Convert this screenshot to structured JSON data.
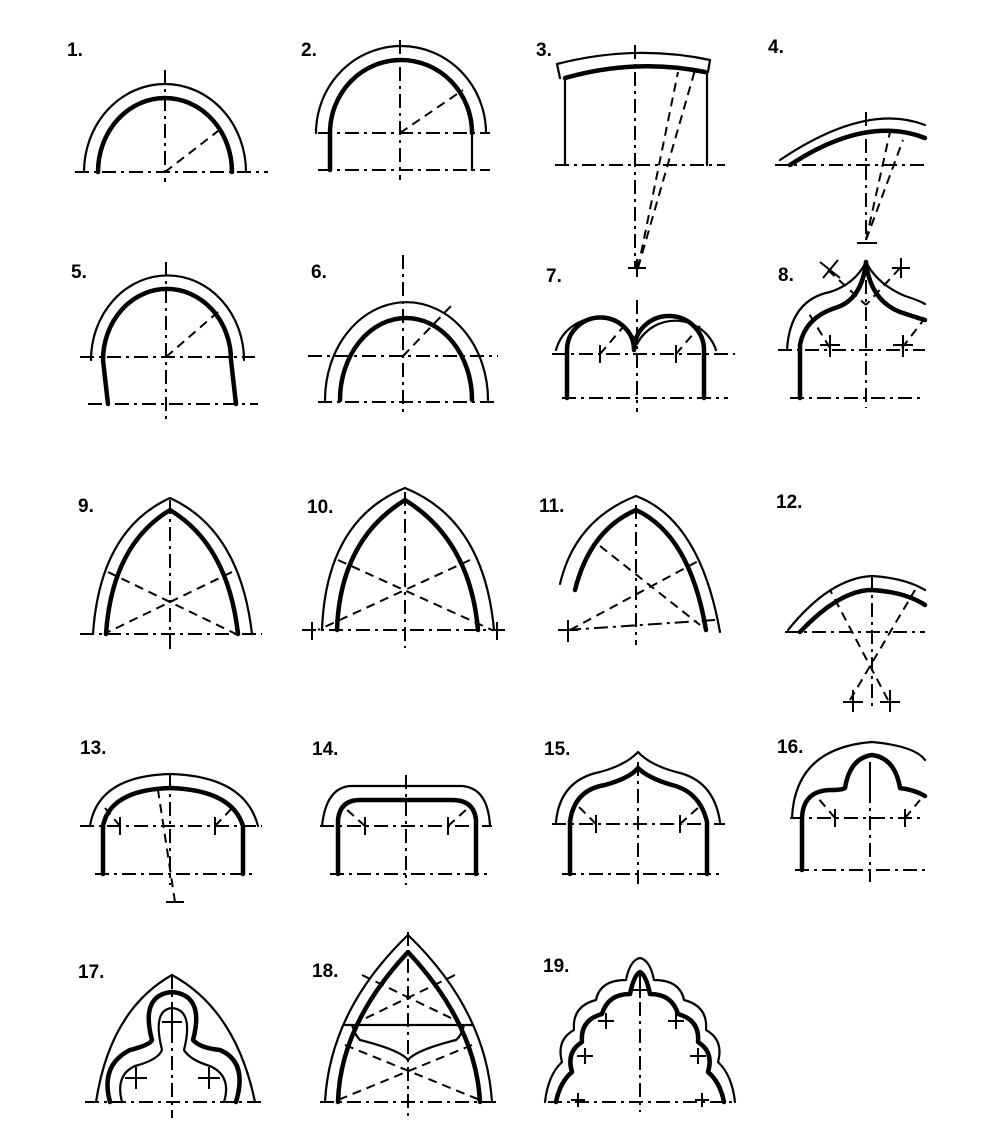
{
  "figures": [
    {
      "id": 1,
      "label": "1."
    },
    {
      "id": 2,
      "label": "2."
    },
    {
      "id": 3,
      "label": "3."
    },
    {
      "id": 4,
      "label": "4."
    },
    {
      "id": 5,
      "label": "5."
    },
    {
      "id": 6,
      "label": "6."
    },
    {
      "id": 7,
      "label": "7."
    },
    {
      "id": 8,
      "label": "8."
    },
    {
      "id": 9,
      "label": "9."
    },
    {
      "id": 10,
      "label": "10."
    },
    {
      "id": 11,
      "label": "11."
    },
    {
      "id": 12,
      "label": "12."
    },
    {
      "id": 13,
      "label": "13."
    },
    {
      "id": 14,
      "label": "14."
    },
    {
      "id": 15,
      "label": "15."
    },
    {
      "id": 16,
      "label": "16."
    },
    {
      "id": 17,
      "label": "17."
    },
    {
      "id": 18,
      "label": "18."
    },
    {
      "id": 19,
      "label": "19."
    }
  ]
}
